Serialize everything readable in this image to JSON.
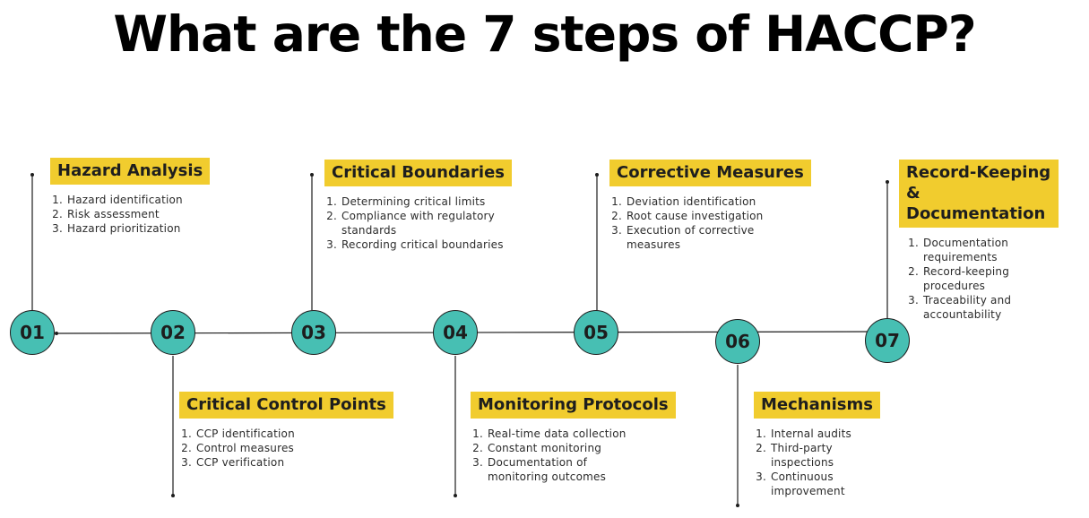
{
  "title": "What are the 7 steps of HACCP?",
  "colors": {
    "node_fill": "#47bfb3",
    "label_fill": "#f1cc2e",
    "line": "#1d1d1d"
  },
  "steps": [
    {
      "number": "01",
      "title": "Hazard Analysis",
      "items": [
        "Hazard identification",
        "Risk assessment",
        "Hazard prioritization"
      ]
    },
    {
      "number": "02",
      "title": "Critical Control Points",
      "items": [
        "CCP identification",
        "Control measures",
        "CCP verification"
      ]
    },
    {
      "number": "03",
      "title": "Critical Boundaries",
      "items": [
        "Determining critical limits",
        "Compliance with regulatory standards",
        "Recording critical boundaries"
      ]
    },
    {
      "number": "04",
      "title": "Monitoring Protocols",
      "items": [
        "Real-time data collection",
        "Constant monitoring",
        "Documentation of monitoring outcomes"
      ]
    },
    {
      "number": "05",
      "title": "Corrective Measures",
      "items": [
        "Deviation identification",
        "Root cause investigation",
        "Execution of corrective measures"
      ]
    },
    {
      "number": "06",
      "title": "Mechanisms",
      "items": [
        "Internal audits",
        "Third-party inspections",
        "Continuous improvement"
      ]
    },
    {
      "number": "07",
      "title": "Record-Keeping & Documentation",
      "items": [
        "Documentation requirements",
        "Record-keeping procedures",
        "Traceability and accountability"
      ]
    }
  ]
}
